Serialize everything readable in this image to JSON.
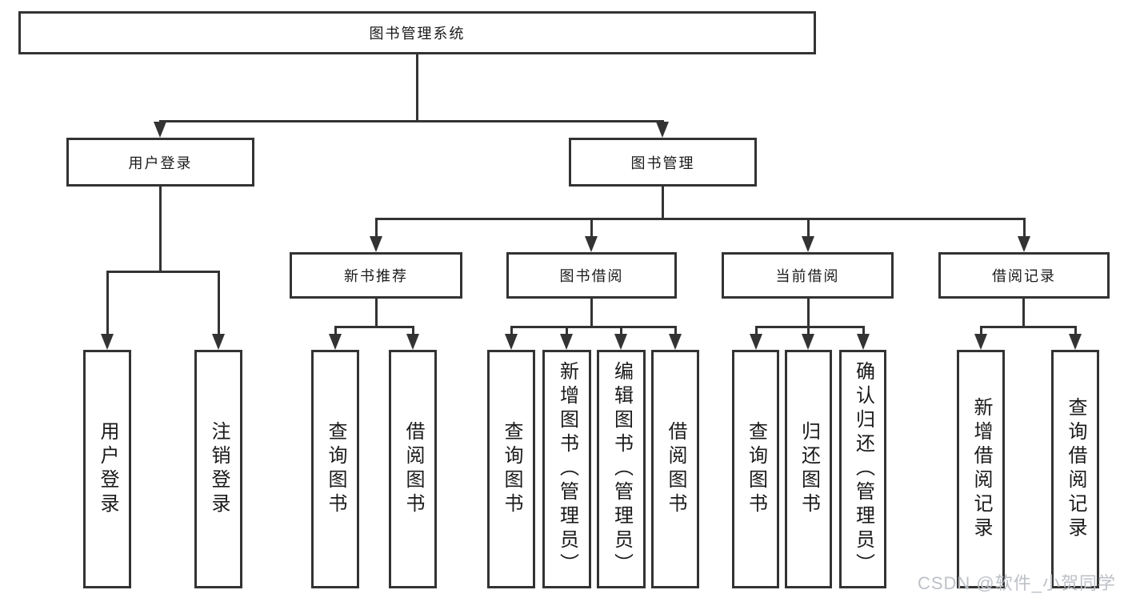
{
  "diagram": {
    "root": "图书管理系统",
    "branches": [
      {
        "label": "用户登录",
        "children": [
          "用户登录",
          "注销登录"
        ]
      },
      {
        "label": "图书管理",
        "sections": [
          {
            "label": "新书推荐",
            "children": [
              "查询图书",
              "借阅图书"
            ]
          },
          {
            "label": "图书借阅",
            "children": [
              "查询图书",
              "新增图书（管理员）",
              "编辑图书（管理员）",
              "借阅图书"
            ]
          },
          {
            "label": "当前借阅",
            "children": [
              "查询图书",
              "归还图书",
              "确认归还（管理员）"
            ]
          },
          {
            "label": "借阅记录",
            "children": [
              "新增借阅记录",
              "查询借阅记录"
            ]
          }
        ]
      }
    ]
  },
  "watermark": "CSDN @软件_小贺同学",
  "colors": {
    "line": "#333333",
    "text": "#1a1a1a",
    "watermark": "#bdc1c7",
    "background": "#ffffff"
  }
}
